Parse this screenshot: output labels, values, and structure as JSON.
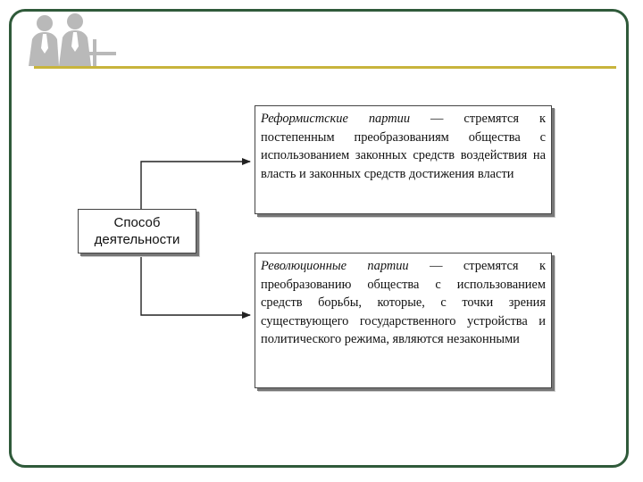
{
  "diagram": {
    "method_box": {
      "line1": "Способ",
      "line2": "деятельности"
    },
    "reform_box": {
      "term": "Реформистские партии",
      "text": " — стремятся к постепенным преобразованиям общества с использованием законных средств воздействия на власть и законных средств достижения власти"
    },
    "revol_box": {
      "term": "Революционные партии",
      "text": " — стремятся к преобразованию общества с использованием средств борьбы, которые, с точки зрения существующего государственного устройства и политического режима, являются незаконными"
    }
  },
  "colors": {
    "frame": "#2f5a3a",
    "header_rule": "#c8b43c",
    "logo": "#b9b9b9"
  },
  "icons": {
    "logo": "people-silhouette-logo"
  }
}
